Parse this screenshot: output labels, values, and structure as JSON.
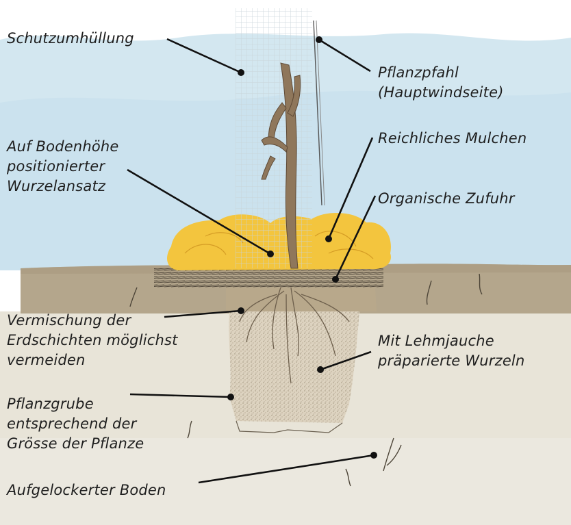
{
  "labels": {
    "schutzumhuellung": "Schutzumhüllung",
    "pflanzpfahl": [
      "Pflanzpfahl",
      "(Hauptwindseite)"
    ],
    "wurzelansatz": [
      "Auf Bodenhöhe",
      "positionierter",
      "Wurzelansatz"
    ],
    "mulchen": "Reichliches Mulchen",
    "zufuhr": "Organische Zufuhr",
    "vermischung": [
      "Vermischung der",
      "Erdschichten möglichst",
      "vermeiden"
    ],
    "lehmjauche": [
      "Mit Lehmjauche",
      "präparierte Wurzeln"
    ],
    "pflanzgrube": [
      "Pflanzgrube",
      "entsprechend der",
      "Grösse der Pflanze"
    ],
    "boden": "Aufgelockerter Boden"
  },
  "colors": {
    "sky": "#cfe5ef",
    "topsoil": "#b3a58b",
    "subsoil": "#e6e2d6",
    "mulch": "#f2c43d",
    "stem": "#8d7458",
    "line": "#111111"
  }
}
